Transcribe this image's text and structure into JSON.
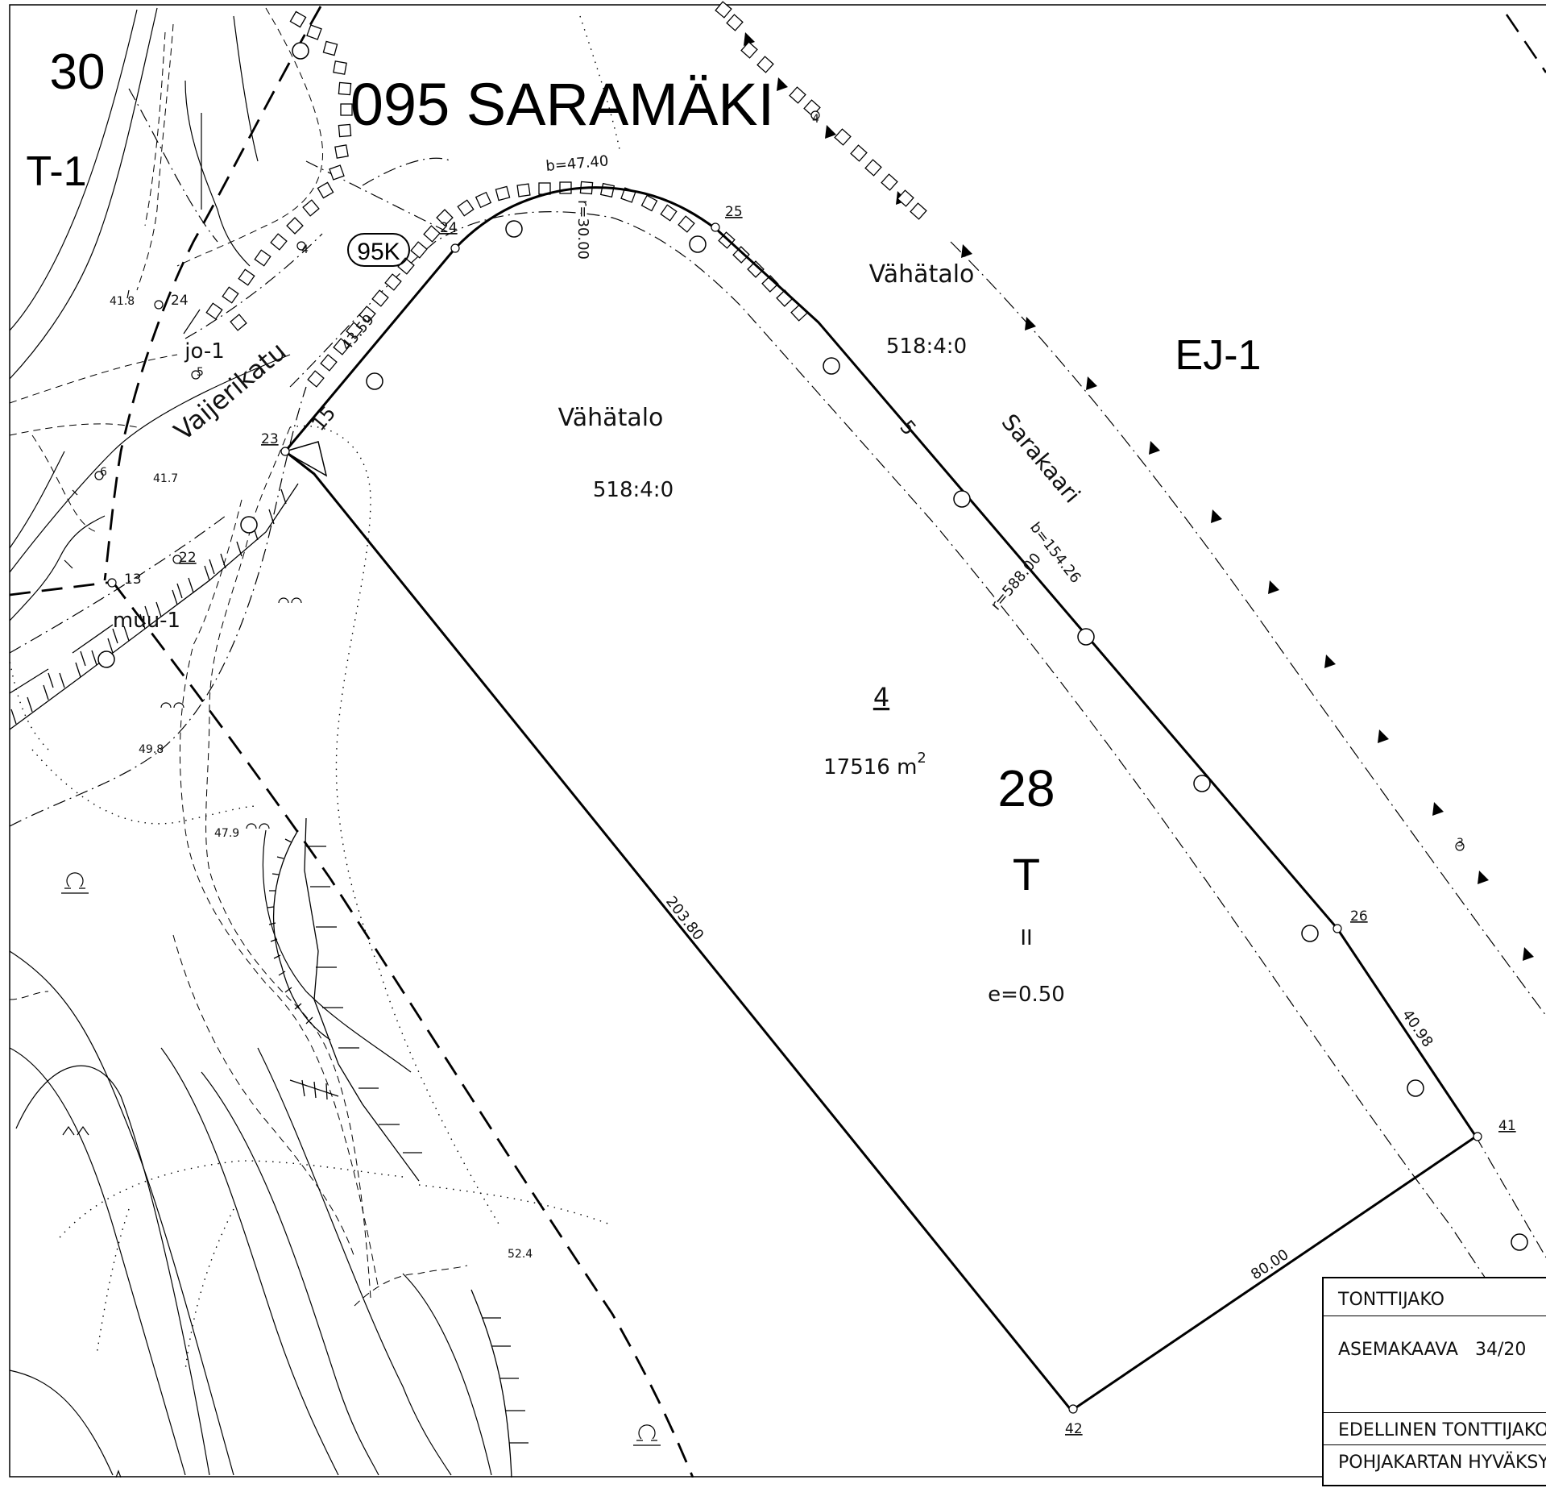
{
  "labels": {
    "block_number_30": "30",
    "district_name": "095 SARAMÄKI",
    "zone_t1": "T-1",
    "zone_ej1": "EJ-1",
    "zone_jo1": "jo-1",
    "zone_muu1": "muu-1",
    "road_code": "95K",
    "street_vaijerikatu": "Vaijerikatu",
    "street_sarakaari": "Sarakaari",
    "owner_top": "Vähätalo",
    "property_id_top": "518:4:0",
    "owner_main": "Vähätalo",
    "property_id_main": "518:4:0",
    "plot_number": "4",
    "plot_area": "17516 m",
    "plot_area_exp": "2",
    "block_number_28": "28",
    "zone_t": "T",
    "floors": "II",
    "efficiency": "e=0.50"
  },
  "measurements": {
    "arc_top_length": "b=47.40",
    "arc_top_radius": "r=30.00",
    "arc_right_length": "b=154.26",
    "arc_right_radius": "r=588.00",
    "side_nw": "43.59",
    "side_corner": "15",
    "side_sw": "203.80",
    "side_se": "80.00",
    "side_ne_lower": "40.98",
    "setback": "5"
  },
  "points": {
    "p22": "22",
    "p23": "23",
    "p24": "24",
    "p25": "25",
    "p26": "26",
    "p41": "41",
    "p42": "42",
    "p13": "13",
    "p24b": "24",
    "p4a": "4",
    "p4b": "4",
    "p5": "5",
    "p6": "6",
    "p3": "3"
  },
  "elevations": {
    "e1": "41.8",
    "e2": "41.7",
    "e3": "49.8",
    "e4": "47.9",
    "e5": "52.4"
  },
  "title_block": {
    "row1": "TONTTIJAKO",
    "row2_label": "ASEMAKAAVA",
    "row2_value": "34/20",
    "row3": "EDELLINEN TONTTIJAKO",
    "row4": "POHJAKARTAN HYVÄKSYMINEN"
  }
}
